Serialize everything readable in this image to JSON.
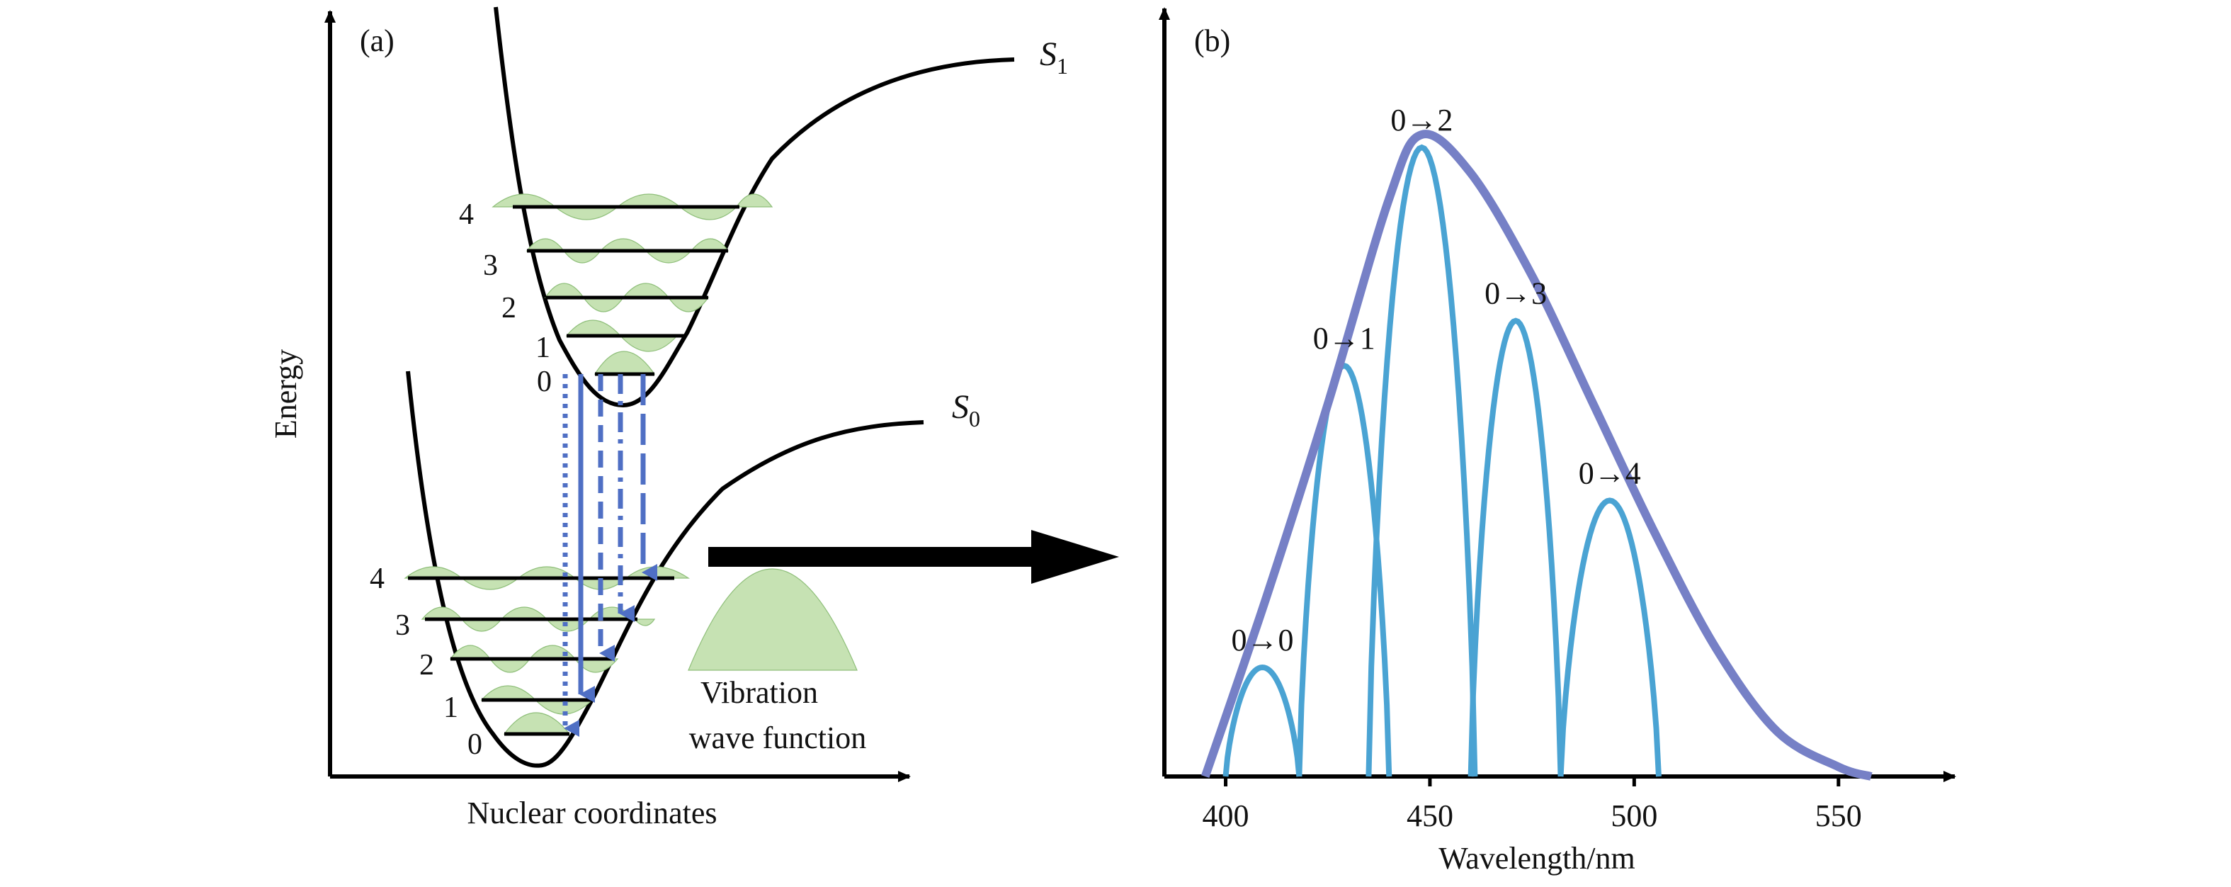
{
  "panel_a": {
    "label": "(a)",
    "y_axis_label": "Energy",
    "x_axis_label": "Nuclear coordinates",
    "s1_label": "S",
    "s1_sub": "1",
    "s0_label": "S",
    "s0_sub": "0",
    "s1_levels": [
      "0",
      "1",
      "2",
      "3",
      "4"
    ],
    "s0_levels": [
      "0",
      "1",
      "2",
      "3",
      "4"
    ],
    "legend_line1": "Vibration",
    "legend_line2": "wave function"
  },
  "panel_b": {
    "label": "(b)",
    "x_axis_label": "Wavelength/nm"
  },
  "colors": {
    "axis": "#000000",
    "curve": "#000000",
    "wavefunction": "#c6e2b3",
    "arrow": "#4f6fc4",
    "envelope": "#7680c6",
    "peaks": "#4aa3d3"
  },
  "chart_data": {
    "type": "line",
    "xlabel": "Wavelength/nm",
    "ylabel": "",
    "xticks": [
      400,
      450,
      500,
      550
    ],
    "xlim": [
      385,
      575
    ],
    "ylim": [
      0,
      1.02
    ],
    "envelope": {
      "x": [
        395,
        410,
        425,
        440,
        448,
        460,
        475,
        490,
        505,
        520,
        535,
        550,
        558
      ],
      "y": [
        0.0,
        0.28,
        0.58,
        0.9,
        1.0,
        0.94,
        0.78,
        0.58,
        0.38,
        0.2,
        0.07,
        0.015,
        0.0
      ]
    },
    "series": [
      {
        "name": "0→0",
        "center": 409,
        "halfwidth": 9,
        "peak": 0.17
      },
      {
        "name": "0→1",
        "center": 429,
        "halfwidth": 11,
        "peak": 0.64
      },
      {
        "name": "0→2",
        "center": 448,
        "halfwidth": 13,
        "peak": 0.98
      },
      {
        "name": "0→3",
        "center": 471,
        "halfwidth": 11,
        "peak": 0.71
      },
      {
        "name": "0→4",
        "center": 494,
        "halfwidth": 12,
        "peak": 0.43
      }
    ]
  }
}
